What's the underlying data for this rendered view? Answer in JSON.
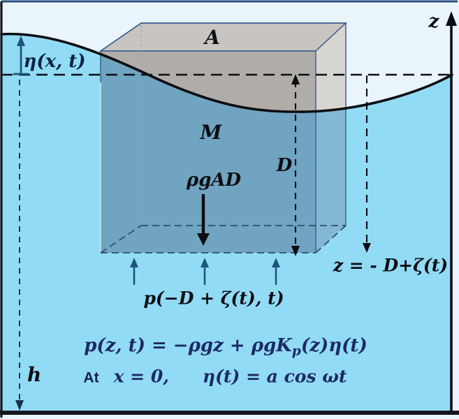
{
  "figure": {
    "kind": "floating-body-in-waves-diagram",
    "labels": {
      "surface_elevation": "η(x, t)",
      "waterplane_area": "A",
      "body_mass": "M",
      "weight_force": "ρgAD",
      "draft": "D",
      "water_depth": "h",
      "vertical_axis": "z",
      "bottom_pressure": "p(−D + ζ(t), t)",
      "keel_level": "z = - D+ζ(t)"
    },
    "equations": {
      "pressure_field_main": "p(z, t) = −ρgz + ρgK",
      "pressure_field_sub": "p",
      "pressure_field_rest": "(z)η(t)",
      "at_word": "At",
      "location_condition": "x = 0,",
      "wave_elevation": "η(t) = a cos ωt"
    },
    "colors": {
      "sky": "#e9f4fb",
      "water": "#92dbf5",
      "box_top_face": "#c8c5c1",
      "box_front_face": "#b0ada9",
      "box_right_face": "#d7d5d2",
      "submerged_overlay": "#2f9cd8",
      "edge_navy": "#3a5a8c",
      "ink": "#0c0d12",
      "arrow_teal": "#1d567c",
      "equation_navy": "#1c2a66",
      "frame_top": "#2e4d80"
    }
  }
}
